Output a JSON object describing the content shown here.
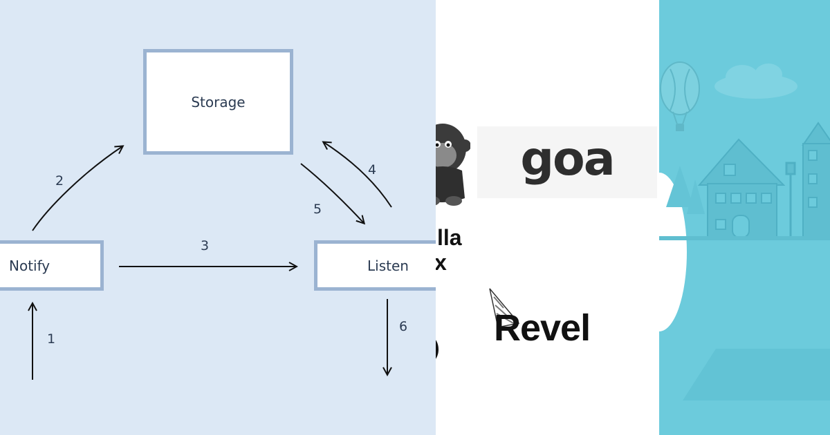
{
  "diagram": {
    "nodes": {
      "storage": "Storage",
      "notify": "Notify",
      "listen": "Listen"
    },
    "steps": [
      "1",
      "2",
      "3",
      "4",
      "5",
      "6"
    ]
  },
  "logos": {
    "goa": "goa",
    "gorilla_partial_line1": "lla",
    "gorilla_partial_line2": "x",
    "revel": "Revel"
  },
  "colors": {
    "diagram_bg": "#dce8f5",
    "box_border": "#9bb3d1",
    "illustration_bg": "#6ccbdc"
  }
}
